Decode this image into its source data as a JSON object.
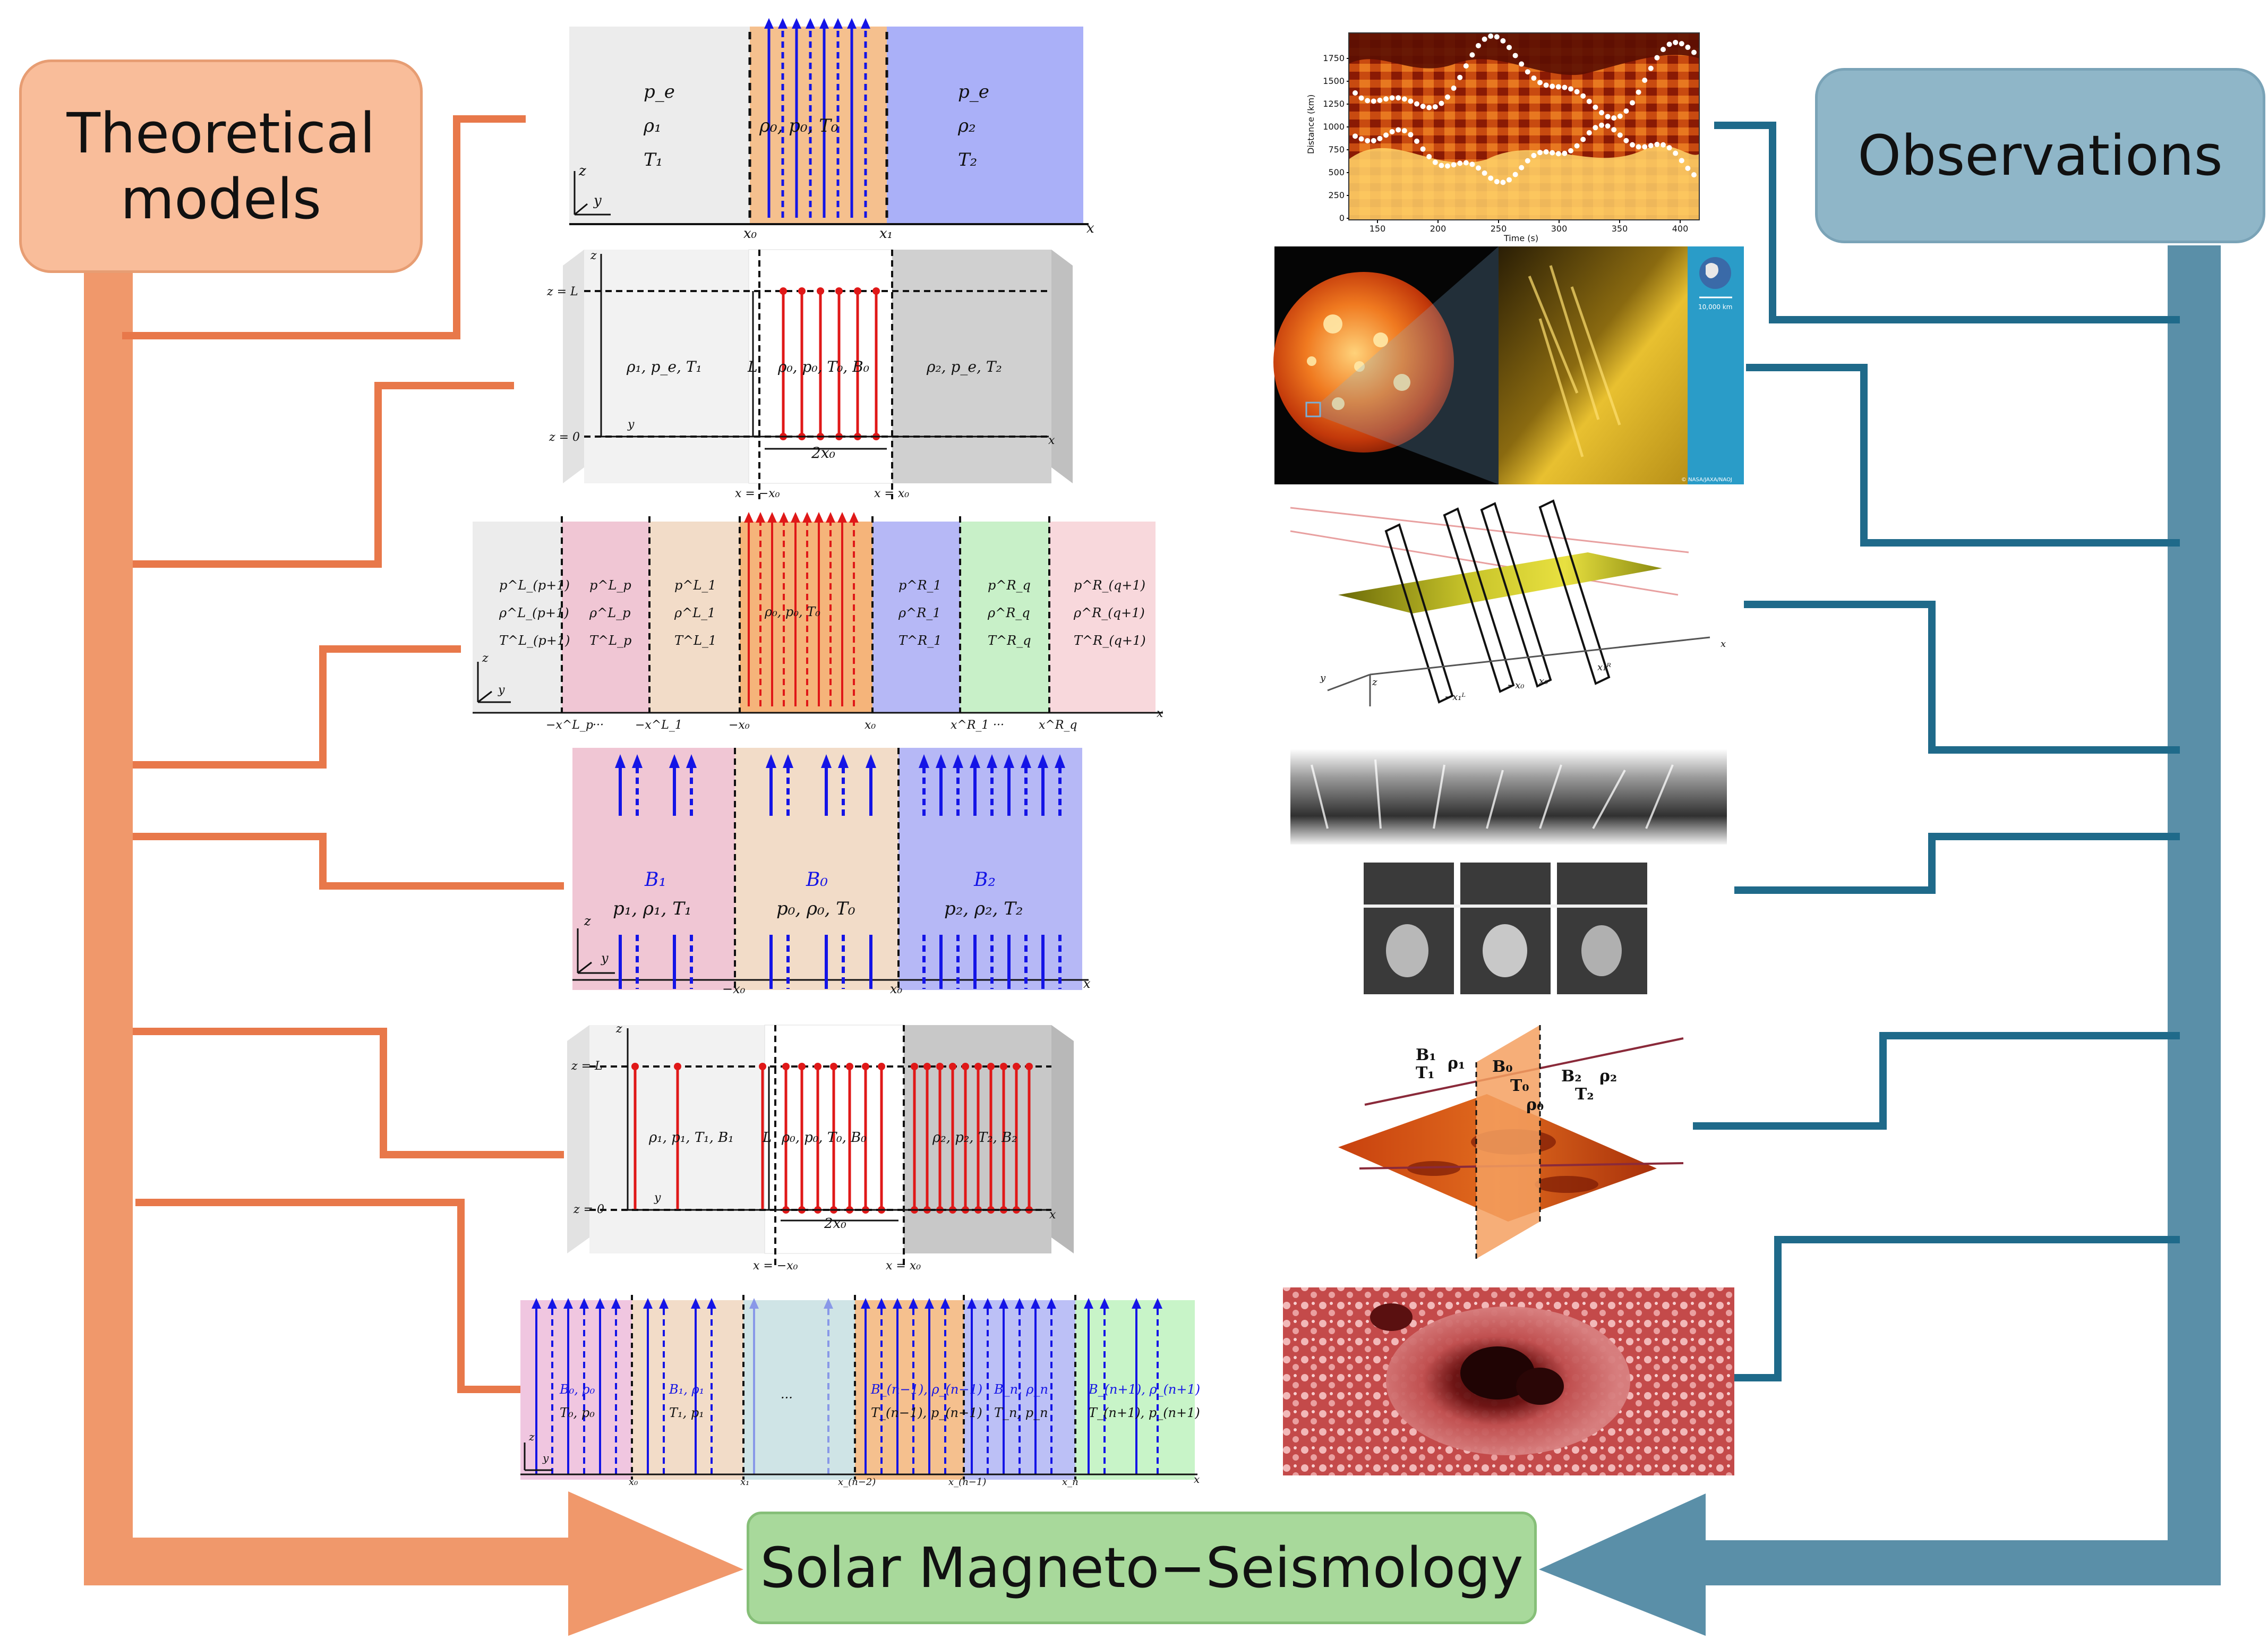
{
  "boxes": {
    "theoretical": "Theoretical\nmodels",
    "observations": "Observations",
    "solar": "Solar Magneto−Seismology"
  },
  "colors": {
    "theory": "#e8784a",
    "theory_arrow": "#f0986b",
    "obs": "#1f6a8a",
    "obs_arrow": "#5a8fa8",
    "field_blue": "#1414e6",
    "field_red": "#e01818"
  },
  "models": {
    "m1": {
      "left": [
        "p_e",
        "ρ₁",
        "T₁"
      ],
      "mid": "ρ₀, p₀, T₀",
      "right": [
        "p_e",
        "ρ₂",
        "T₂"
      ],
      "xticks": [
        "x₀",
        "x₁"
      ],
      "axes": {
        "x": "x",
        "y": "y",
        "z": "z"
      }
    },
    "m2": {
      "left": "ρ₁, p_e, T₁",
      "mid": "ρ₀, p₀, T₀, B₀",
      "right": "ρ₂, p_e, T₂",
      "L": "L",
      "zL": "z = L",
      "z0": "z = 0",
      "width": "2x₀",
      "xl": "x = −x₀",
      "xr": "x = x₀",
      "axes": {
        "x": "x",
        "y": "y",
        "z": "z"
      }
    },
    "m3": {
      "cols": [
        [
          "p^L_(p+1)",
          "ρ^L_(p+1)",
          "T^L_(p+1)"
        ],
        [
          "p^L_p",
          "ρ^L_p",
          "T^L_p"
        ],
        [
          "p^L_1",
          "ρ^L_1",
          "T^L_1"
        ],
        [
          "ρ₀, p₀, T₀"
        ],
        [
          "p^R_1",
          "ρ^R_1",
          "T^R_1"
        ],
        [
          "p^R_q",
          "ρ^R_q",
          "T^R_q"
        ],
        [
          "p^R_(q+1)",
          "ρ^R_(q+1)",
          "T^R_(q+1)"
        ]
      ],
      "xticks": [
        "−x^L_p",
        "···",
        "−x^L_1",
        "−x₀",
        "x₀",
        "x^R_1",
        "···",
        "x^R_q"
      ],
      "axes": {
        "x": "x",
        "y": "y",
        "z": "z"
      }
    },
    "m4": {
      "b": [
        "B₁",
        "B₀",
        "B₂"
      ],
      "p": [
        "p₁, ρ₁, T₁",
        "p₀, ρ₀, T₀",
        "p₂, ρ₂, T₂"
      ],
      "xticks": [
        "−x₀",
        "x₀"
      ],
      "axes": {
        "x": "x",
        "y": "y",
        "z": "z"
      }
    },
    "m5": {
      "left": "ρ₁, p₁, T₁, B₁",
      "mid": "ρ₀, p₀, T₀, B₀",
      "right": "ρ₂, p₂, T₂, B₂",
      "L": "L",
      "zL": "z = L",
      "z0": "z = 0",
      "width": "2x₀",
      "xl": "x = −x₀",
      "xr": "x = x₀",
      "axes": {
        "x": "x",
        "y": "y",
        "z": "z"
      }
    },
    "m6": {
      "b": [
        "B₀, ρ₀",
        "B₁, ρ₁",
        "···",
        "B_(n−1), ρ_(n−1)",
        "B_n, ρ_n",
        "B_(n+1), ρ_(n+1)"
      ],
      "t": [
        "T₀, p₀",
        "T₁, p₁",
        "",
        "T_(n−1), p_(n−1)",
        "T_n, p_n",
        "T_(n+1), p_(n+1)"
      ],
      "xticks": [
        "x₀",
        "x₁",
        "x_(n−2)",
        "x_(n−1)",
        "x_n"
      ],
      "axes": {
        "x": "x",
        "y": "y",
        "z": "z"
      }
    }
  },
  "observations": {
    "o1": {
      "ylabel": "Distance (km)",
      "xlabel": "Time (s)",
      "yticks": [
        "1750",
        "1500",
        "1250",
        "1000",
        "750",
        "500",
        "250",
        "0"
      ],
      "xticks": [
        "150",
        "200",
        "250",
        "300",
        "350",
        "400"
      ]
    },
    "o2": {
      "scale": "10,000 km",
      "credit": "© NASA/JAXA/NAOJ"
    },
    "o3": {
      "ticks": [
        "−x₁ᴸ",
        "−x₀",
        "x₀",
        "x₁ᴿ"
      ],
      "axes": {
        "x": "x",
        "y": "y",
        "z": "z"
      }
    },
    "o5": {
      "labels": [
        "B₁",
        "T₁",
        "ρ₁",
        "B₀",
        "T₀",
        "ρ₀",
        "B₂",
        "T₂",
        "ρ₂"
      ]
    }
  }
}
